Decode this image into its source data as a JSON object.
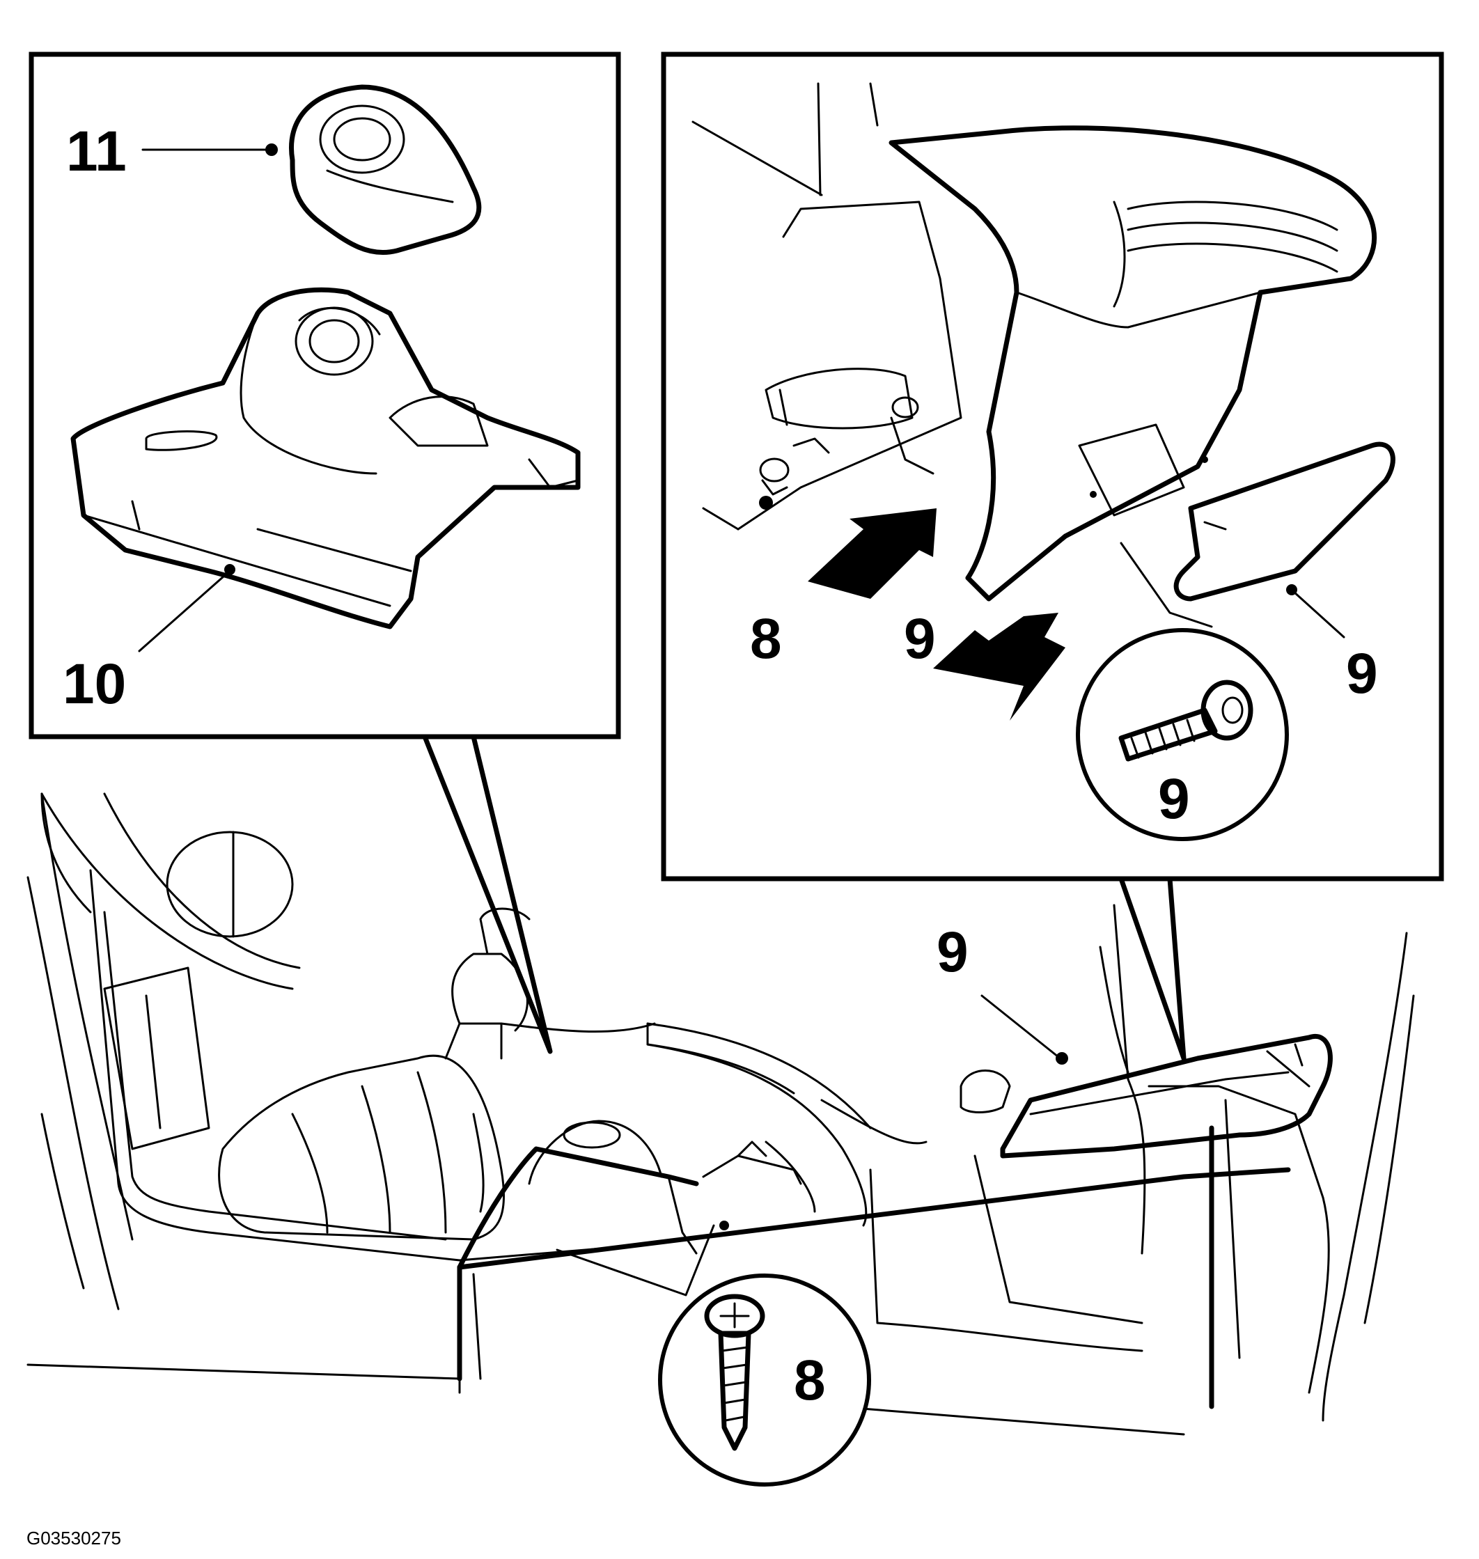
{
  "figure_id": "G03530275",
  "callouts": {
    "c11": "11",
    "c10": "10",
    "c8_inset": "8",
    "c9_inset_mid": "9",
    "c9_inset_right": "9",
    "c9_detail": "9",
    "c9_main": "9",
    "c8_detail": "8"
  },
  "colors": {
    "line": "#000000",
    "background": "#ffffff"
  },
  "icons": {
    "arrow_left": "arrow-left-icon",
    "arrow_down": "arrow-down-icon",
    "screw": "screw-icon"
  }
}
